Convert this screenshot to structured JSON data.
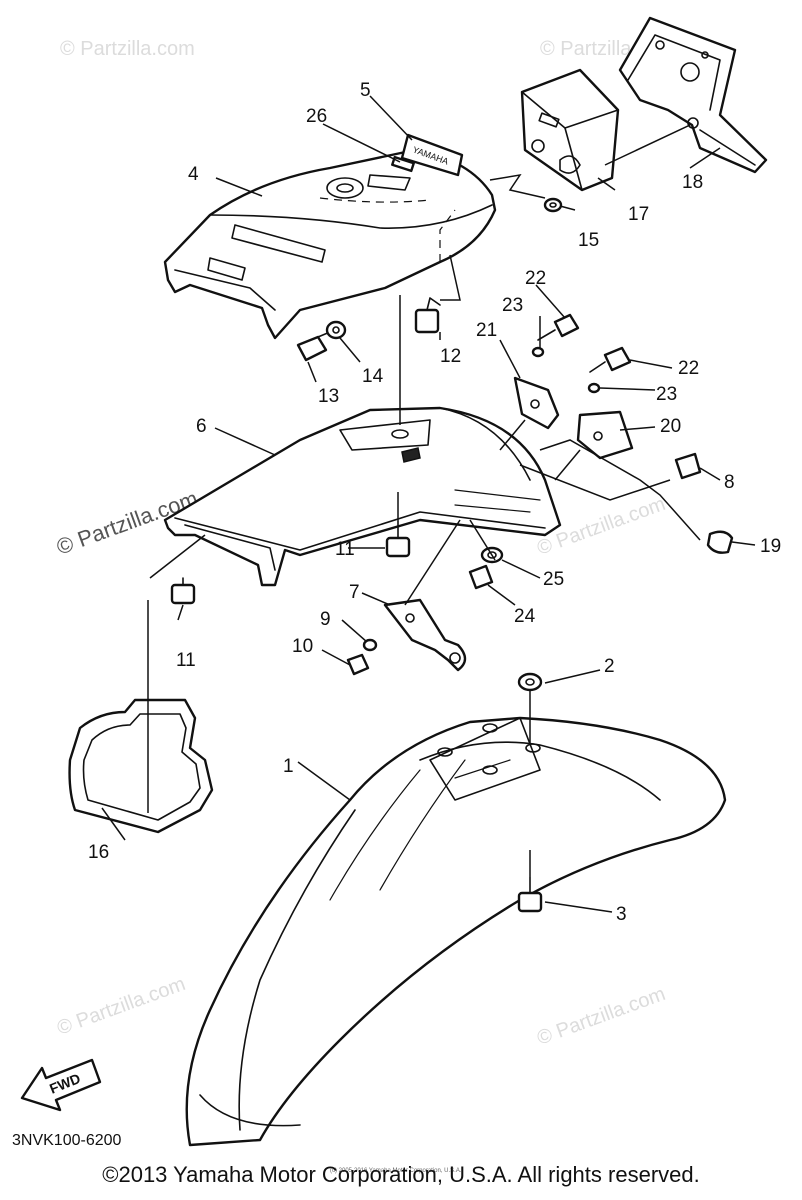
{
  "callouts": {
    "c1": "1",
    "c2": "2",
    "c3": "3",
    "c4": "4",
    "c5": "5",
    "c6": "6",
    "c7": "7",
    "c8": "8",
    "c9": "9",
    "c10": "10",
    "c11a": "11",
    "c11b": "11",
    "c12": "12",
    "c13": "13",
    "c14": "14",
    "c15": "15",
    "c16": "16",
    "c17": "17",
    "c18": "18",
    "c19": "19",
    "c20": "20",
    "c21": "21",
    "c22a": "22",
    "c22b": "22",
    "c23a": "23",
    "c23b": "23",
    "c24": "24",
    "c25": "25",
    "c26": "26"
  },
  "watermark": {
    "brand": "© Partzilla.com",
    "brand_left": "© Partzilla.com"
  },
  "fwd_label": "FWD",
  "diagram_code": "3NVK100-6200",
  "fine_print": "(c) 2005-2016 Yamaha Motor Corporation, U.S.A.",
  "copyright": "©2013 Yamaha Motor Corporation, U.S.A. All rights reserved.",
  "label_yamaha": "YAMAHA",
  "colors": {
    "line": "#111111",
    "watermark": "#dcdcdc",
    "background": "#ffffff"
  }
}
